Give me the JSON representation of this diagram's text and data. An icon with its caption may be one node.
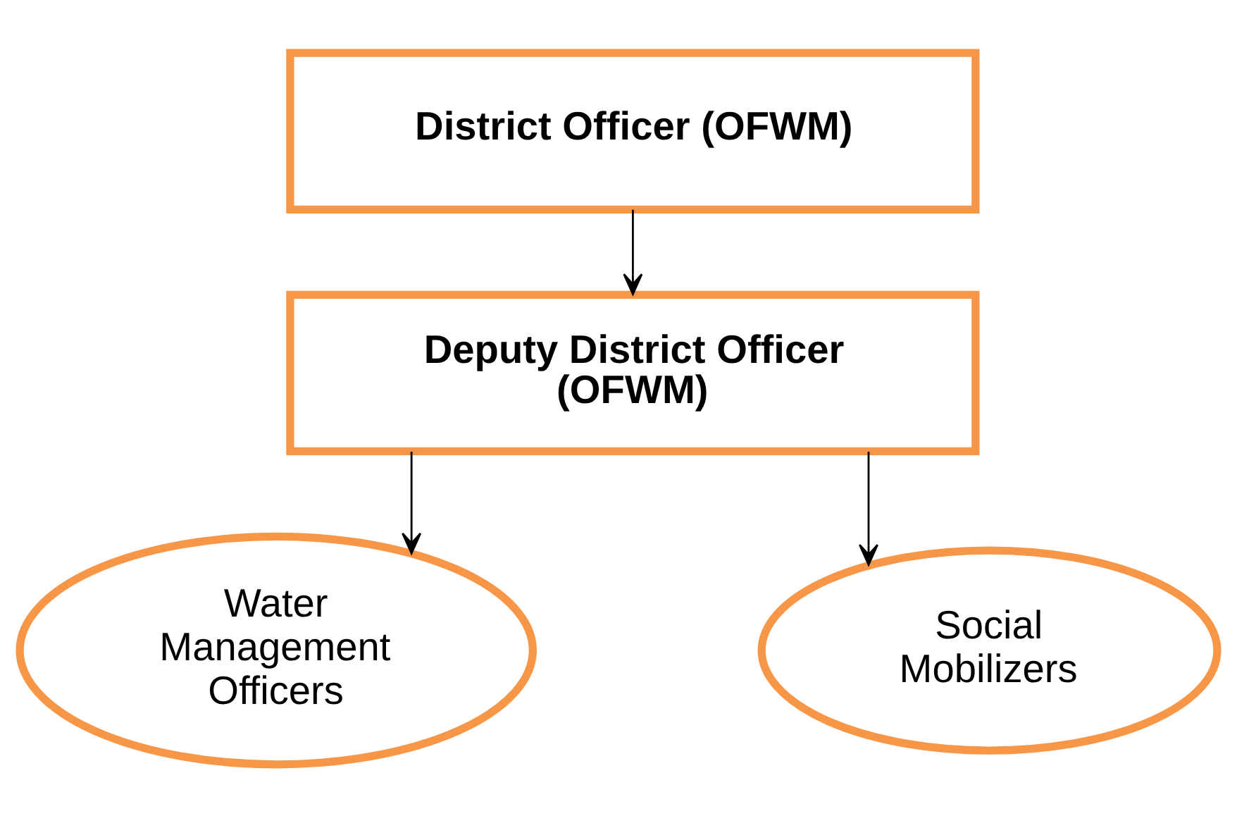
{
  "diagram": {
    "nodes": [
      {
        "text": [
          "District Officer (OFWM)"
        ]
      },
      {
        "text": [
          "Deputy District Officer (OFWM)"
        ]
      },
      {
        "text": [
          "Water Management Officers"
        ]
      },
      {
        "text": [
          "Social Mobilizers"
        ]
      }
    ],
    "edges": [
      {
        "from": 0,
        "to": 1,
        "arrow": "to"
      },
      {
        "from": 1,
        "to": 2,
        "arrow": "to"
      },
      {
        "from": 1,
        "to": 3,
        "arrow": "to"
      }
    ]
  }
}
